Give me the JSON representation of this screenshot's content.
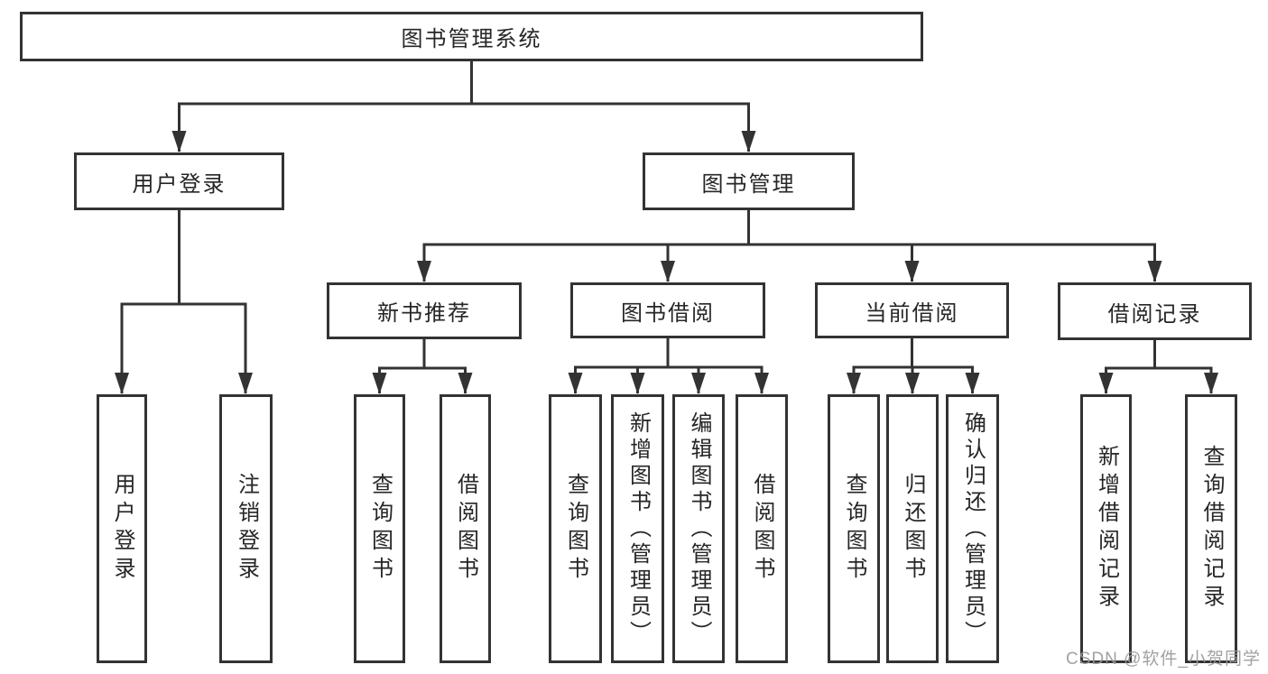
{
  "tree": {
    "root": {
      "label": "图书管理系统"
    },
    "branches": [
      {
        "label": "用户登录",
        "children": [
          {
            "label": "用户登录"
          },
          {
            "label": "注销登录"
          }
        ]
      },
      {
        "label": "图书管理",
        "children": [
          {
            "label": "新书推荐",
            "children": [
              {
                "label": "查询图书"
              },
              {
                "label": "借阅图书"
              }
            ]
          },
          {
            "label": "图书借阅",
            "children": [
              {
                "label": "查询图书"
              },
              {
                "label": "新增图书（管理员）"
              },
              {
                "label": "编辑图书（管理员）"
              },
              {
                "label": "借阅图书"
              }
            ]
          },
          {
            "label": "当前借阅",
            "children": [
              {
                "label": "查询图书"
              },
              {
                "label": "归还图书"
              },
              {
                "label": "确认归还（管理员）"
              }
            ]
          },
          {
            "label": "借阅记录",
            "children": [
              {
                "label": "新增借阅记录"
              },
              {
                "label": "查询借阅记录"
              }
            ]
          }
        ]
      }
    ]
  },
  "watermark": "CSDN @软件_小贺同学",
  "colors": {
    "line": "#333333",
    "box_border": "#333333",
    "text": "#262626",
    "background": "#ffffff",
    "watermark": "#999999"
  }
}
